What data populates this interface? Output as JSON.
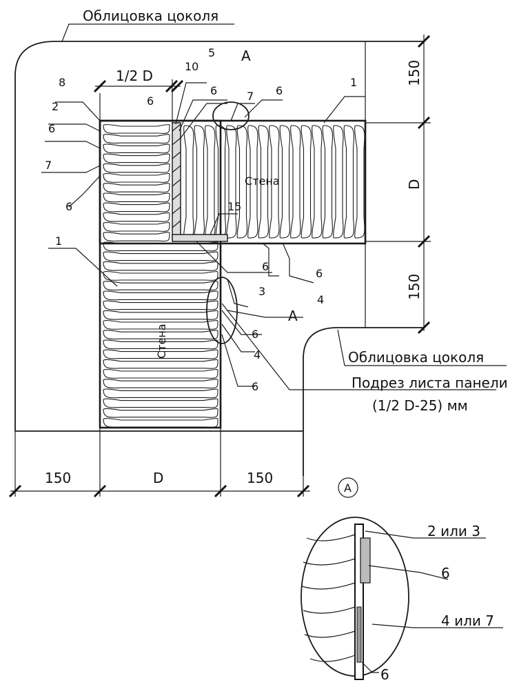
{
  "labels": {
    "facing_top": "Облицовка цоколя",
    "facing_right": "Облицовка цоколя",
    "cut_line1": "Подрез листа панели",
    "cut_line2": "(1/2 D-25) мм",
    "half_d": "1/2 D",
    "wall_top": "Стена",
    "wall_left": "Стена",
    "detail_a": "А",
    "detail_a_circle": "А",
    "detail_2or3": "2 или 3",
    "detail_4or7": "4 или 7",
    "detail_6a": "6",
    "detail_6b": "6"
  },
  "dimensions": {
    "bottom": [
      "150",
      "D",
      "150"
    ],
    "right": [
      "150",
      "D",
      "150"
    ]
  },
  "callouts": {
    "n8": "8",
    "n2": "2",
    "n6a": "6",
    "n7a": "7",
    "n6b": "6",
    "n1a": "1",
    "n10": "10",
    "n5": "5",
    "n6c": "6",
    "n6d": "6",
    "n7b": "7",
    "n6e": "6",
    "n1b": "1",
    "n15": "15",
    "n6f": "6",
    "n6g": "6",
    "n3": "3",
    "n4a": "4",
    "n6h": "6",
    "n4b": "4",
    "n6i": "6",
    "nA": "А"
  }
}
